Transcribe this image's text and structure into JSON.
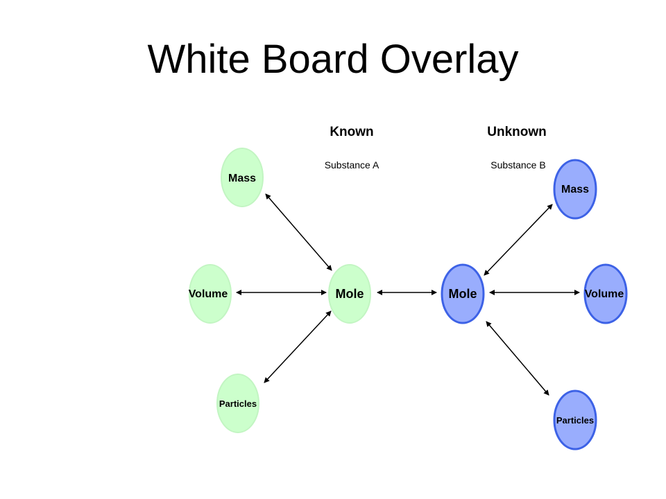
{
  "slide": {
    "title": "White Board Overlay"
  },
  "headers": {
    "known": "Known",
    "unknown": "Unknown",
    "substance_a": "Substance A",
    "substance_b": "Substance B"
  },
  "known": {
    "mass": "Mass",
    "volume": "Volume",
    "particles": "Particles",
    "mole": "Mole"
  },
  "unknown": {
    "mass": "Mass",
    "volume": "Volume",
    "particles": "Particles",
    "mole": "Mole"
  },
  "colors": {
    "known_fill": "#ccffcc",
    "known_stroke": "#ccffcc",
    "unknown_fill": "#99adfd",
    "unknown_stroke": "#3d62e6",
    "arrow": "#000000"
  }
}
